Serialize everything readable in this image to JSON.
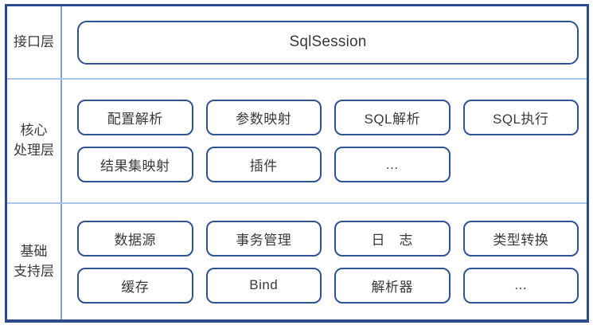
{
  "layers": [
    {
      "label": "接口层",
      "box_label": "SqlSession"
    },
    {
      "label": "核心\n处理层",
      "row1": [
        "配置解析",
        "参数映射",
        "SQL解析",
        "SQL执行"
      ],
      "row2": [
        "结果集映射",
        "插件",
        "..."
      ]
    },
    {
      "label": "基础\n支持层",
      "row1": [
        "数据源",
        "事务管理",
        "日　志",
        "类型转换"
      ],
      "row2": [
        "缓存",
        "Bind",
        "解析器",
        "..."
      ]
    }
  ],
  "colors": {
    "frame_border": "#2A4B8D",
    "box_border": "#2F5496",
    "horizontal_divider": "#A9C5E8",
    "vertical_divider": "#7E9FD1",
    "text": "#3A3A3A",
    "background": "#FFFFFF"
  }
}
